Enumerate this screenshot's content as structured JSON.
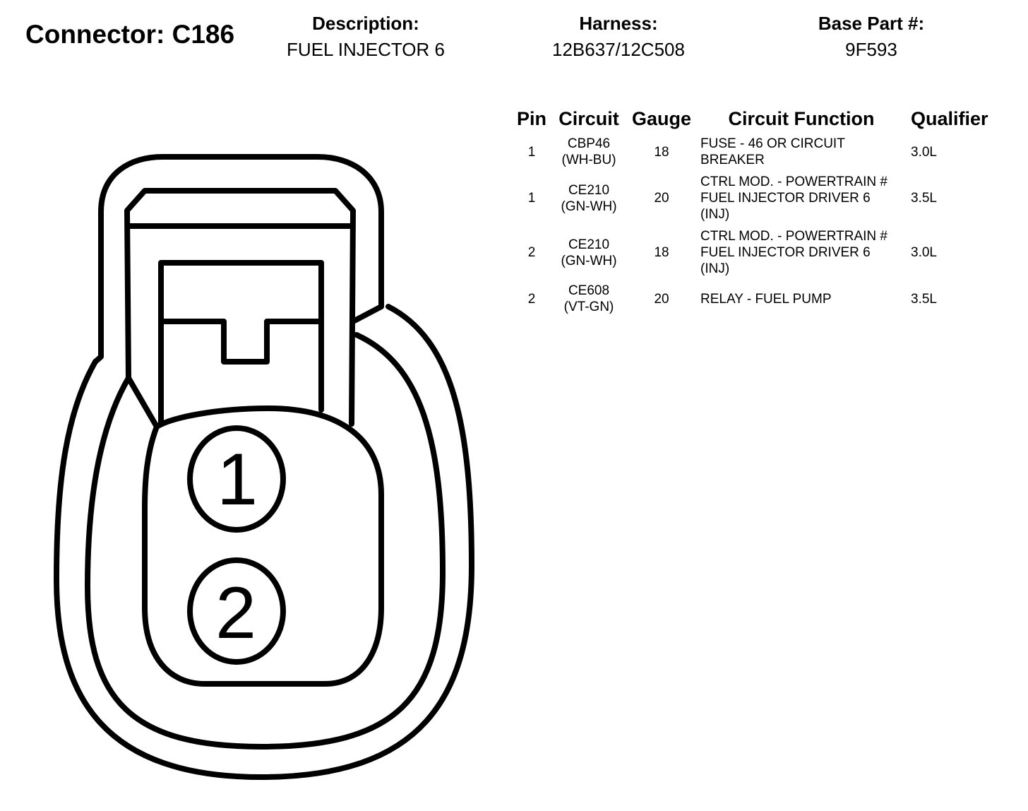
{
  "connector": {
    "label": "Connector: C186"
  },
  "header": {
    "description_label": "Description:",
    "description_value": "FUEL INJECTOR 6",
    "harness_label": "Harness:",
    "harness_value": "12B637/12C508",
    "base_part_label": "Base Part #:",
    "base_part_value": "9F593"
  },
  "table": {
    "columns": [
      "Pin",
      "Circuit",
      "Gauge",
      "Circuit Function",
      "Qualifier"
    ],
    "rows": [
      {
        "pin": "1",
        "circuit": "CBP46",
        "color": "(WH-BU)",
        "gauge": "18",
        "function": "FUSE - 46 OR CIRCUIT BREAKER",
        "qualifier": "3.0L"
      },
      {
        "pin": "1",
        "circuit": "CE210",
        "color": "(GN-WH)",
        "gauge": "20",
        "function": "CTRL MOD. - POWERTRAIN # FUEL INJECTOR DRIVER 6 (INJ)",
        "qualifier": "3.5L"
      },
      {
        "pin": "2",
        "circuit": "CE210",
        "color": "(GN-WH)",
        "gauge": "18",
        "function": "CTRL MOD. - POWERTRAIN # FUEL INJECTOR DRIVER 6 (INJ)",
        "qualifier": "3.0L"
      },
      {
        "pin": "2",
        "circuit": "CE608",
        "color": "(VT-GN)",
        "gauge": "20",
        "function": "RELAY - FUEL PUMP",
        "qualifier": "3.5L"
      }
    ]
  },
  "diagram": {
    "pin_labels": [
      "1",
      "2"
    ]
  }
}
